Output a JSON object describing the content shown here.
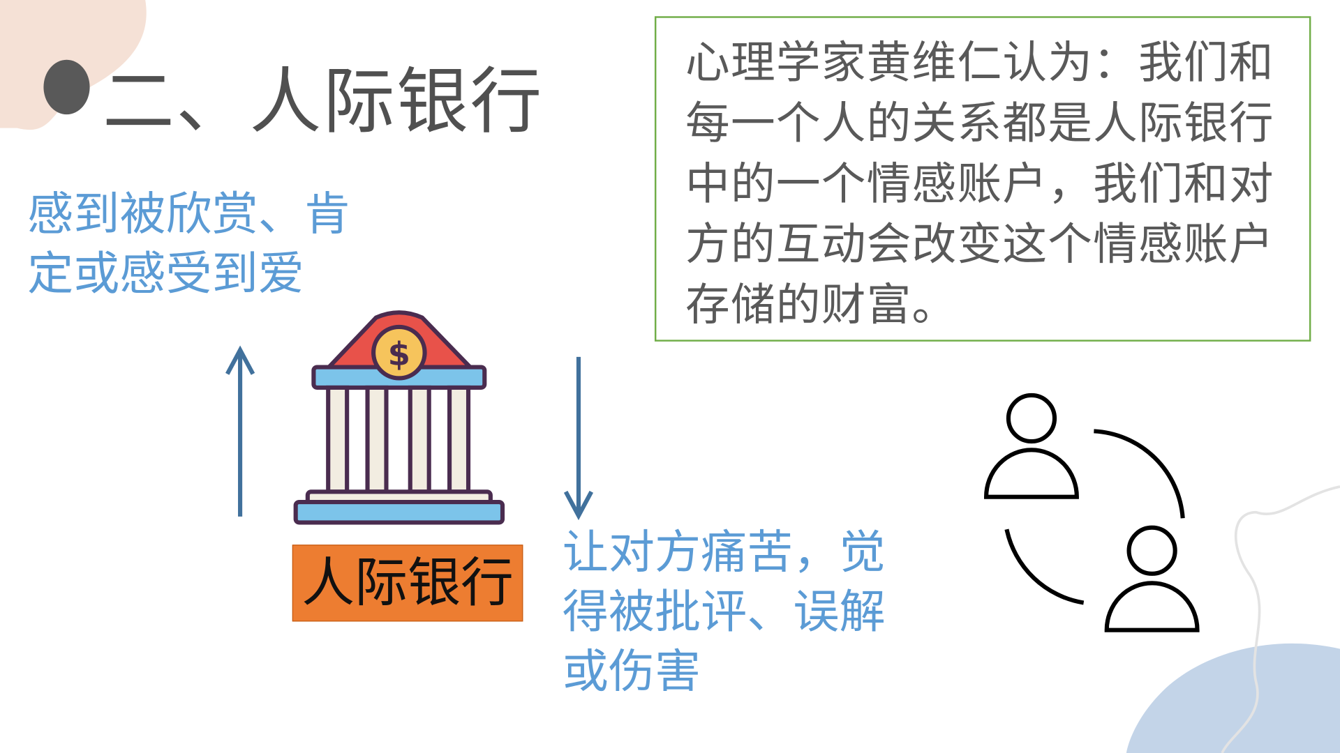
{
  "slide": {
    "title": "二、人际银行",
    "positive_text": "感到被欣赏、肯定或感受到爱",
    "negative_text": "让对方痛苦，觉得被批评、误解或伤害",
    "bank_label": "人际银行",
    "quote": "心理学家黄维仁认为：我们和每一个人的关系都是人际银行中的一个情感账户，我们和对方的互动会改变这个情感账户存储的财富。"
  },
  "colors": {
    "accent_blue": "#5b9bd5",
    "arrow": "#41719c",
    "label_bg": "#ed7d31",
    "box_border": "#70ad47"
  }
}
